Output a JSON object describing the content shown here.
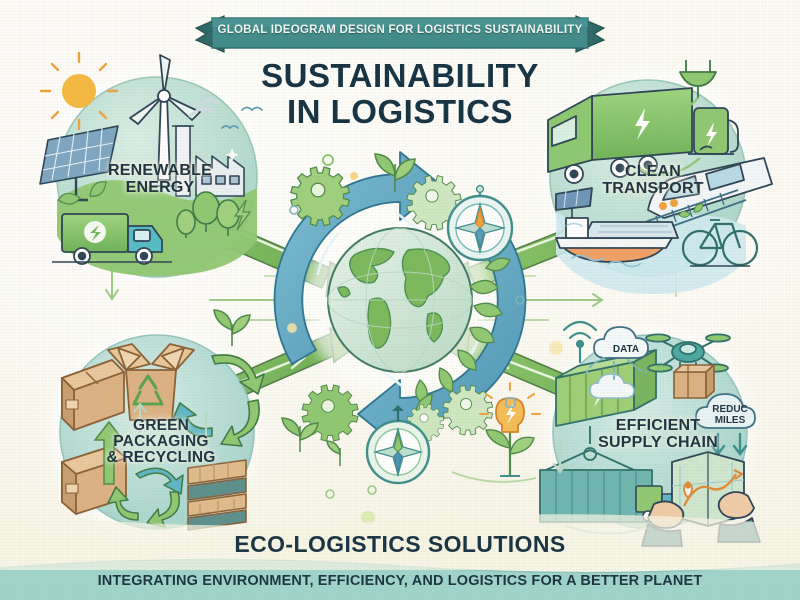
{
  "banner": {
    "text": "GLOBAL IDEOGRAM DESIGN FOR LOGISTICS SUSTAINABILITY",
    "ribbon_color": "#3f8b8c",
    "ribbon_fold_color": "#2c6769",
    "text_color": "#f2f7f4"
  },
  "title": {
    "line1": "SUSTAINABILITY",
    "line2": "IN LOGISTICS",
    "full": "SUSTAINABILITY IN LOGISTICS",
    "color": "#143243"
  },
  "quadrants": [
    {
      "id": "renewable-energy",
      "label": "RENEWABLE ENERGY",
      "label_lines": [
        "RENEWABLE",
        "ENERGY"
      ],
      "position": "top-left",
      "circle_color": "#bfe0d4",
      "icons": [
        "sun-icon",
        "wind-turbine-icon",
        "solar-panel-icon",
        "factory-icon",
        "green-truck-icon",
        "tree-icon",
        "bolt-icon",
        "bird-icon"
      ]
    },
    {
      "id": "clean-transport",
      "label": "CLEAN TRANSPORT",
      "label_lines": [
        "CLEAN",
        "TRANSPORT"
      ],
      "position": "top-right",
      "circle_color": "#bfe0d4",
      "icons": [
        "electric-truck-icon",
        "charging-station-icon",
        "power-plug-icon",
        "train-icon",
        "cargo-ship-icon",
        "bicycle-icon",
        "solar-panel-icon"
      ]
    },
    {
      "id": "green-packaging-recycling",
      "label": "GREEN PACKAGING & RECYCLING",
      "label_lines": [
        "GREEN",
        "PACKAGING",
        "& RECYCLING"
      ],
      "position": "bottom-left",
      "circle_color": "#b9ddd6",
      "icons": [
        "cardboard-box-icon",
        "open-box-icon",
        "recycle-arrows-icon",
        "wood-pallet-icon",
        "sprout-icon"
      ]
    },
    {
      "id": "efficient-supply-chain",
      "label": "EFFICIENT SUPPLY CHAIN",
      "label_lines": [
        "EFFICIENT",
        "SUPPLY CHAIN"
      ],
      "position": "bottom-right",
      "circle_color": "#b9ddd6",
      "icons": [
        "shipping-container-icon",
        "crane-hook-icon",
        "delivery-drone-icon",
        "parcel-icon",
        "cloud-icon",
        "wifi-signal-icon",
        "folded-map-icon",
        "map-pin-icon",
        "hands-icon",
        "delivery-truck-icon"
      ]
    }
  ],
  "cloud_tags": [
    {
      "id": "data",
      "text": "DATA",
      "lines": [
        "DATA"
      ]
    },
    {
      "id": "reduced-miles",
      "text": "REDUC MILES",
      "lines": [
        "REDUC",
        "MILES"
      ]
    }
  ],
  "center": {
    "icons": [
      "globe-icon",
      "circular-arrows-icon",
      "gear-icon",
      "leaf-icon",
      "compass-rose-icon",
      "lightbulb-plant-icon",
      "sprout-icon"
    ],
    "arrow_color": "#7cb342",
    "globe_land_color": "#7cb85c",
    "globe_ocean_color": "#cfe8df",
    "cycle_arrow_color": "#4f9cba"
  },
  "eco_heading": "ECO-LOGISTICS SOLUTIONS",
  "footer": {
    "text": "INTEGRATING ENVIRONMENT, EFFICIENCY, AND LOGISTICS FOR A BETTER PLANET",
    "bar_color": "#9fd4cc",
    "text_color": "#1b3442"
  },
  "palette": {
    "background": "#f7f5e6",
    "teal": "#3f8b8c",
    "deep_navy": "#1d3242",
    "green": "#7cb342",
    "mint": "#9fd4cc",
    "kraft": "#d7ab7c",
    "orange": "#f0a13c"
  }
}
